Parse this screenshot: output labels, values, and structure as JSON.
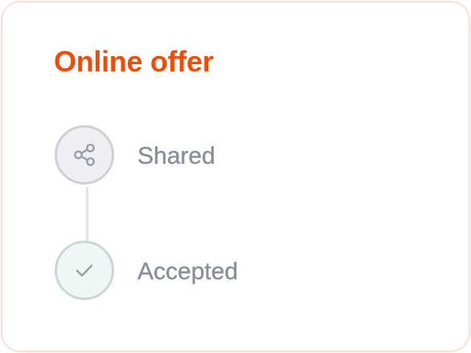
{
  "card": {
    "title": "Online offer",
    "border_color": "#fde0d3",
    "title_color": "#f54a06"
  },
  "steps": [
    {
      "label": "Shared",
      "icon": "share-icon",
      "state": "inactive"
    },
    {
      "label": "Accepted",
      "icon": "checkmark-icon",
      "state": "inactive"
    }
  ]
}
